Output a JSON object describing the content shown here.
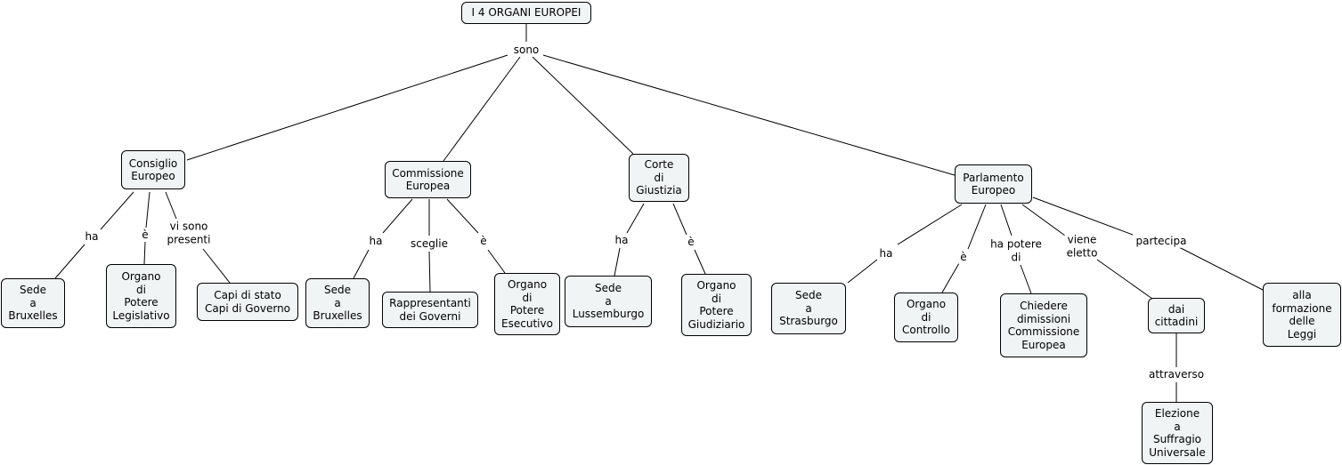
{
  "nodes": {
    "root": "I 4 ORGANI EUROPEI",
    "consiglio": "Consiglio\nEuropeo",
    "commissione": "Commissione\nEuropea",
    "corte": "Corte\ndi\nGiustizia",
    "parlamento": "Parlamento\nEuropeo",
    "cons_sede": "Sede\na\nBruxelles",
    "cons_organo": "Organo\ndi\nPotere\nLegislativo",
    "cons_capi": "Capi di stato\nCapi di Governo",
    "comm_sede": "Sede\na\nBruxelles",
    "comm_rapp": "Rappresentanti\ndei Governi",
    "comm_organo": "Organo\ndi\nPotere\nEsecutivo",
    "corte_sede": "Sede\na\nLussemburgo",
    "corte_organo": "Organo\ndi\nPotere\nGiudiziario",
    "parl_sede": "Sede\na\nStrasburgo",
    "parl_organo": "Organo\ndi\nControllo",
    "parl_chiedere": "Chiedere\ndimissioni\nCommissione\nEuropea",
    "parl_cittadini": "dai\ncittadini",
    "parl_formazione": "alla\nformazione\ndelle\nLeggi",
    "parl_elezione": "Elezione\na\nSuffragio\nUniversale"
  },
  "links": {
    "sono": "sono",
    "cons_ha": "ha",
    "cons_e": "è",
    "cons_vi": "vi sono\npresenti",
    "comm_ha": "ha",
    "comm_sceglie": "sceglie",
    "comm_e": "è",
    "corte_ha": "ha",
    "corte_e": "è",
    "parl_ha": "ha",
    "parl_e": "è",
    "parl_potere": "ha potere\ndi",
    "parl_viene": "viene\neletto",
    "parl_partecipa": "partecipa",
    "attraverso": "attraverso"
  }
}
